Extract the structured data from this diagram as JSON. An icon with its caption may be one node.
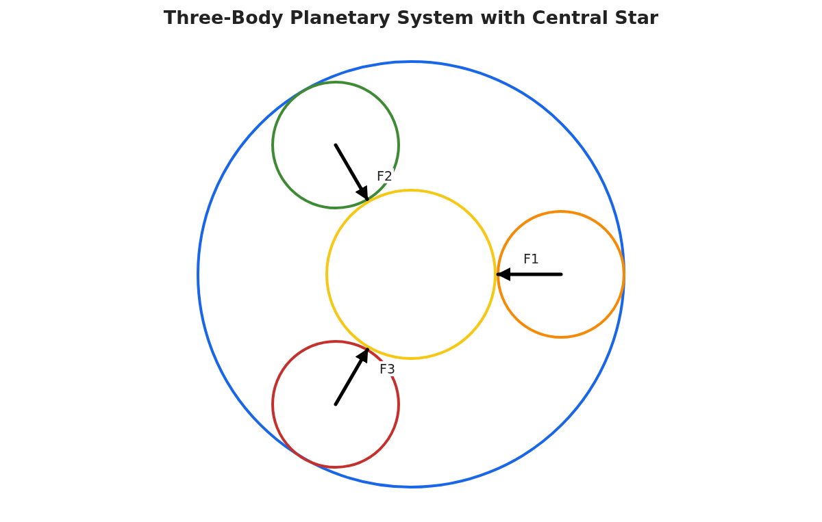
{
  "diagram": {
    "title": "Three-Body Planetary System with Central Star",
    "nodes": [
      {
        "text": [],
        "shape": "circle"
      },
      {
        "text": [],
        "shape": "circle",
        "in": 0
      },
      {
        "text": [],
        "shape": "circle",
        "in": 0
      },
      {
        "text": [],
        "shape": "circle",
        "in": 0
      },
      {
        "text": [],
        "shape": "circle",
        "in": 0
      }
    ],
    "edges": [
      {
        "from": 3,
        "to": 2,
        "arrow": "to",
        "label": "F1"
      },
      {
        "from": 1,
        "to": 2,
        "arrow": "to",
        "label": "F2"
      },
      {
        "from": 4,
        "to": 2,
        "arrow": "to",
        "label": "F3"
      }
    ]
  }
}
